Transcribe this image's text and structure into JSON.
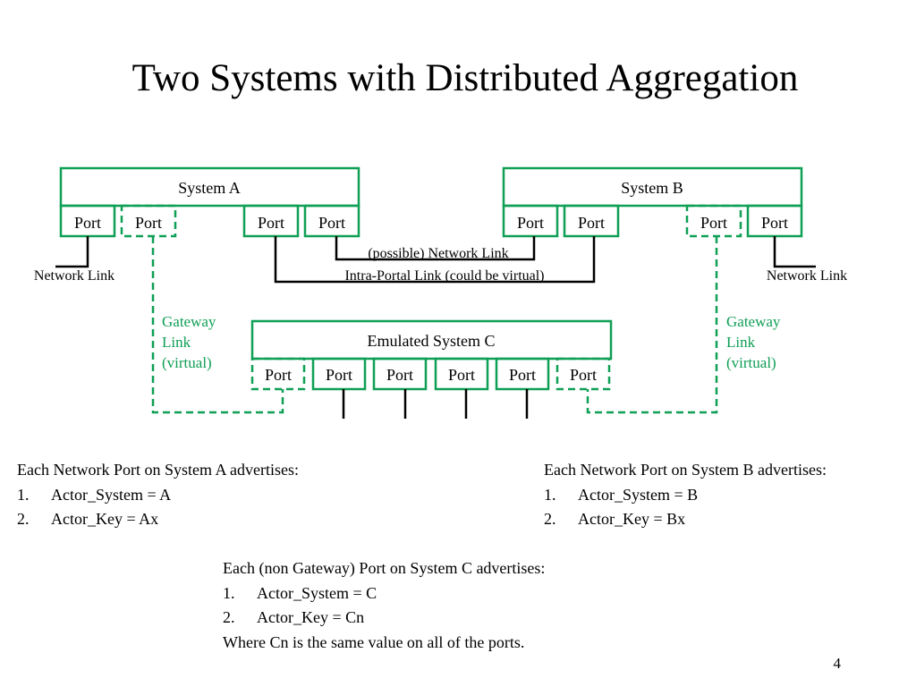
{
  "slide": {
    "title": "Two Systems with Distributed Aggregation",
    "page_number": "4"
  },
  "colors": {
    "system_stroke": "#0f9f55",
    "gateway_link": "#0f9f55",
    "network_link": "#000000"
  },
  "diagram": {
    "system_a": {
      "label": "System A",
      "ports": [
        "Port",
        "Port",
        "Port",
        "Port"
      ]
    },
    "system_b": {
      "label": "System B",
      "ports": [
        "Port",
        "Port",
        "Port",
        "Port"
      ]
    },
    "system_c": {
      "label": "Emulated System C",
      "ports": [
        "Port",
        "Port",
        "Port",
        "Port",
        "Port",
        "Port"
      ]
    },
    "link_labels": {
      "possible_network_link": "(possible) Network Link",
      "intra_portal_link": "Intra-Portal Link (could be virtual)",
      "network_link_left": "Network Link",
      "network_link_right": "Network Link"
    },
    "gateway_left": [
      "Gateway",
      "Link",
      "(virtual)"
    ],
    "gateway_right": [
      "Gateway",
      "Link",
      "(virtual)"
    ]
  },
  "text_blocks": {
    "system_a": {
      "heading": "Each Network Port on System A advertises:",
      "items": [
        {
          "num": "1.",
          "text": "Actor_System = A"
        },
        {
          "num": "2.",
          "text": "Actor_Key = Ax"
        }
      ]
    },
    "system_b": {
      "heading": "Each Network Port on System B advertises:",
      "items": [
        {
          "num": "1.",
          "text": "Actor_System = B"
        },
        {
          "num": "2.",
          "text": "Actor_Key = Bx"
        }
      ]
    },
    "system_c": {
      "heading": "Each (non Gateway) Port on System C advertises:",
      "items": [
        {
          "num": "1.",
          "text": "Actor_System = C"
        },
        {
          "num": "2.",
          "text": "Actor_Key = Cn"
        }
      ],
      "footer": "Where Cn is the same value on all of the ports."
    }
  }
}
